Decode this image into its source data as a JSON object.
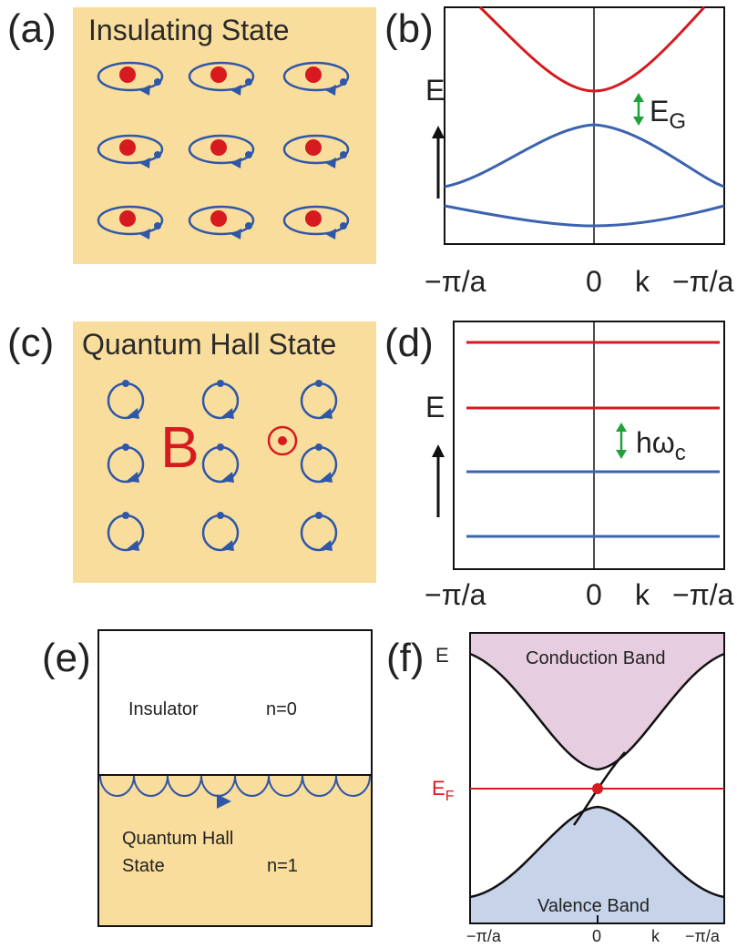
{
  "panels": {
    "a": {
      "label": "(a)",
      "title": "Insulating State",
      "colors": {
        "background": "#f9dd9c",
        "nucleus": "#d61a1f",
        "orbit": "#2f57a8"
      }
    },
    "b": {
      "label": "(b)",
      "energy_axis": "E",
      "gap_label_main": "E",
      "gap_label_sub": "G",
      "ticks": [
        "−π/a",
        "0",
        "k",
        "−π/a"
      ],
      "colors": {
        "conduction": "#d61a1f",
        "valence": "#3b63b0",
        "gap_arrow": "#1fa23a"
      }
    },
    "c": {
      "label": "(c)",
      "title": "Quantum Hall State",
      "field_label": "B",
      "icons": [
        "field-out-of-page-icon"
      ],
      "colors": {
        "background": "#f9dd9c",
        "field": "#d61a1f",
        "orbit": "#2f57a8"
      }
    },
    "d": {
      "label": "(d)",
      "energy_axis": "E",
      "gap_label_main": "hω",
      "gap_label_sub": "c",
      "ticks": [
        "−π/a",
        "0",
        "k",
        "−π/a"
      ],
      "colors": {
        "upper_levels": "#d61a1f",
        "lower_levels": "#3b63b0",
        "gap_arrow": "#1fa23a"
      }
    },
    "e": {
      "label": "(e)",
      "top_region": "Insulator",
      "top_index": "n=0",
      "bottom_region_line1": "Quantum Hall",
      "bottom_region_line2": "State",
      "bottom_index": "n=1",
      "colors": {
        "bottom_region": "#f9dd9c",
        "edge_orbits": "#2f57a8"
      }
    },
    "f": {
      "label": "(f)",
      "energy_axis": "E",
      "fermi_main": "E",
      "fermi_sub": "F",
      "conduction_label": "Conduction Band",
      "valence_label": "Valence Band",
      "ticks": [
        "−π/a",
        "0",
        "k",
        "−π/a"
      ],
      "colors": {
        "conduction_fill": "#e7cde0",
        "valence_fill": "#c6d3e9",
        "fermi": "#d61a1f",
        "edge_state": "#111111"
      }
    }
  }
}
